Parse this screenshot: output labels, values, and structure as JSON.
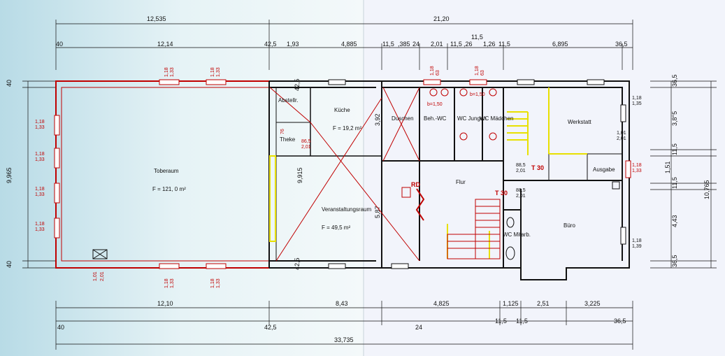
{
  "dimensions": {
    "top_overall_left": "12,535",
    "top_overall_right": "21,20",
    "top_mid": "11,5",
    "top_row": [
      "40",
      "12,14",
      "42,5",
      "1,93",
      "4,885",
      "11,5",
      ",385",
      "24",
      "2,01",
      "11,5",
      ",26",
      "1,26",
      "11,5",
      "6,895",
      "36,5"
    ],
    "bottom_row1": [
      "12,10",
      "8,43",
      "4,825",
      "1,125",
      "2,51",
      "3,225"
    ],
    "bottom_row2": [
      "40",
      "42,5",
      "24",
      "11,5",
      "11,5",
      "36,5"
    ],
    "bottom_overall": "33,735",
    "left_side": [
      "40",
      "9,965",
      "40"
    ],
    "right_side": [
      "36,5",
      "3,8°5",
      "11,5",
      "1,51",
      "11,5",
      "4,43",
      "36,5"
    ],
    "right_overall": "10,765",
    "interior_9915": "9,915",
    "interior_425_top": "42,5",
    "interior_425_bot": "42,5",
    "interior_392": "3,92",
    "interior_587": "5,87"
  },
  "rooms": {
    "toberaum": "Toberaum",
    "toberaum_area": "F = 121, 0 m²",
    "kueche": "Küche",
    "kueche_area": "F = 19,2 m²",
    "abstellr": "Abstellr.",
    "theke": "Theke",
    "veranstaltungsraum": "Veranstaltungsraum",
    "veranstaltungsraum_area": "F = 49,5 m²",
    "duschen": "Duschen",
    "beh_wc": "Beh.-WC",
    "wc_jungen": "WC Jungen",
    "wc_maedchen": "WC Mädchen",
    "werkstatt": "Werkstatt",
    "ausgabe": "Ausgabe",
    "flur": "Flur",
    "buero": "Büro",
    "wc_mitarb": "WC Mitarb."
  },
  "marks": {
    "rd": "RD",
    "t30_a": "T 30",
    "t30_b": "T 30",
    "b150_a": "b=1,50",
    "b150_b": "b=1,50"
  },
  "window_labels": {
    "w_118": "1,18",
    "w_133": "1,33",
    "w_135": "1,35",
    "w_139": "1,39",
    "w_101": "1,01",
    "w_201": "2,01",
    "w_885": "88,5",
    "w_865": "86,5",
    "w_76": "76",
    "w_63": "63",
    "w_201b": "2,01"
  },
  "colors": {
    "wall_red": "#c00000",
    "wall_black": "#111111",
    "accent_yellow": "#e8e000",
    "paper_left": "#cfe7ef",
    "paper_right": "#f2f4fb"
  }
}
